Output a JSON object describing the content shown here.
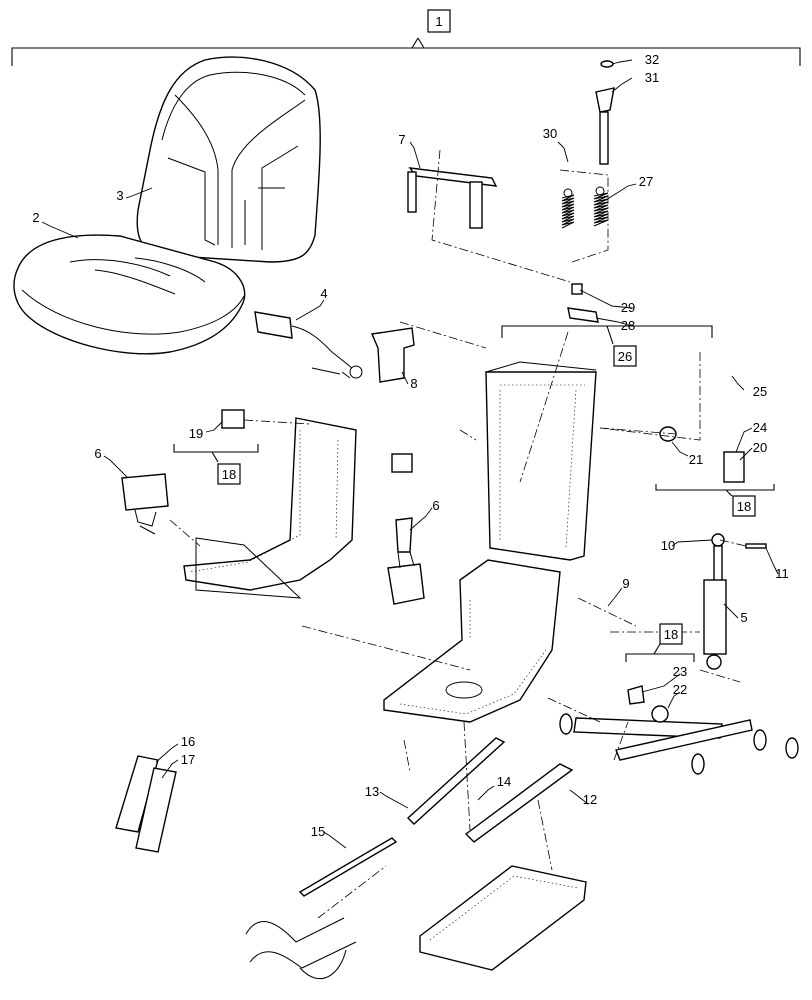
{
  "diagram": {
    "assembly_ref": "1",
    "group_refs": [
      "26",
      "18",
      "18",
      "18"
    ],
    "callouts": [
      "2",
      "3",
      "4",
      "5",
      "6",
      "6",
      "7",
      "8",
      "9",
      "10",
      "11",
      "12",
      "13",
      "14",
      "15",
      "16",
      "17",
      "19",
      "20",
      "21",
      "22",
      "23",
      "24",
      "25",
      "27",
      "28",
      "29",
      "30",
      "31",
      "32"
    ]
  }
}
